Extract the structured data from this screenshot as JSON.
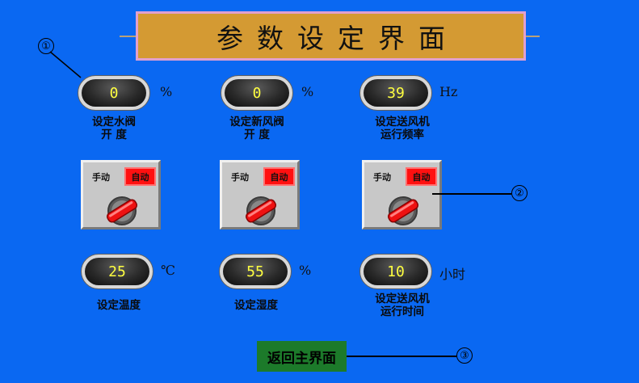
{
  "title": "参数设定界面",
  "row1": [
    {
      "value": "0",
      "unit": "%",
      "label_line1": "设定水阀",
      "label_line2": "开 度"
    },
    {
      "value": "0",
      "unit": "%",
      "label_line1": "设定新风阀",
      "label_line2": "开 度"
    },
    {
      "value": "39",
      "unit": "Hz",
      "label_line1": "设定送风机",
      "label_line2": "运行频率"
    }
  ],
  "switches": [
    {
      "manual_label": "手动",
      "auto_label": "自动",
      "state": "自动"
    },
    {
      "manual_label": "手动",
      "auto_label": "自动",
      "state": "自动"
    },
    {
      "manual_label": "手动",
      "auto_label": "自动",
      "state": "自动"
    }
  ],
  "row2": [
    {
      "value": "25",
      "unit": "℃",
      "label_line1": "设定温度",
      "label_line2": ""
    },
    {
      "value": "55",
      "unit": "%",
      "label_line1": "设定湿度",
      "label_line2": ""
    },
    {
      "value": "10",
      "unit": "小时",
      "label_line1": "设定送风机",
      "label_line2": "运行时间"
    }
  ],
  "back_button": "返回主界面",
  "callouts": [
    "①",
    "②",
    "③"
  ],
  "colors": {
    "background": "#0a68f2",
    "title_bg": "#d49a33",
    "display_text": "#ffff40",
    "auto_red": "#ff1010",
    "back_button_bg": "#1c7a2a"
  }
}
